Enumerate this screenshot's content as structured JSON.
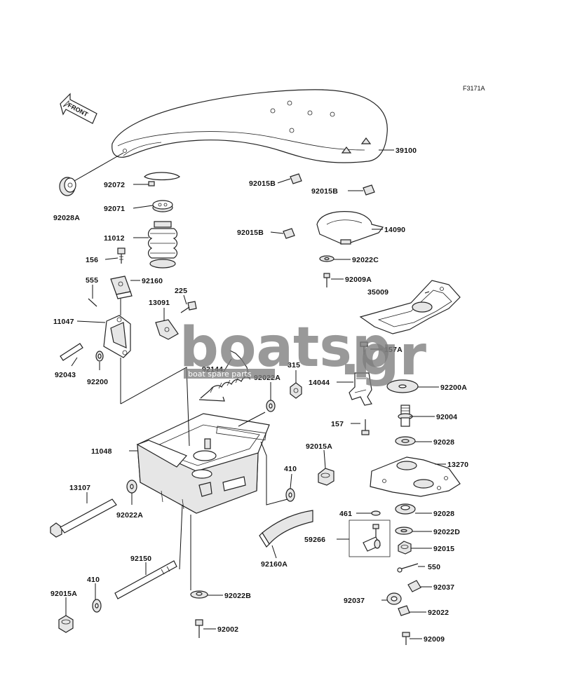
{
  "figure_code": "F3171A",
  "front_arrow_text": "FRONT",
  "watermark": {
    "main": "boatsp",
    "tld": ".gr",
    "tagline": "boat spare parts"
  },
  "labels": {
    "p39100": "39100",
    "p92072": "92072",
    "p92015B_a": "92015B",
    "p92015B_b": "92015B",
    "p92071": "92071",
    "p92028A": "92028A",
    "p11012": "11012",
    "p92015B_c": "92015B",
    "p14090": "14090",
    "p156": "156",
    "p92022C": "92022C",
    "p555": "555",
    "p92160": "92160",
    "p92009A": "92009A",
    "p225": "225",
    "p13091": "13091",
    "p35009": "35009",
    "p11047": "11047",
    "p157A": "157A",
    "p92043": "92043",
    "p92200": "92200",
    "p92144": "92144",
    "p315": "315",
    "p92022A_a": "92022A",
    "p14044": "14044",
    "p92200A": "92200A",
    "p92004": "92004",
    "p157": "157",
    "p92028_a": "92028",
    "p11048": "11048",
    "p92015A_a": "92015A",
    "p410_a": "410",
    "p13270": "13270",
    "p13107": "13107",
    "p92022A_b": "92022A",
    "p461": "461",
    "p92028_b": "92028",
    "p59266": "59266",
    "p92022D": "92022D",
    "p92015": "92015",
    "p92160A": "92160A",
    "p550": "550",
    "p92150": "92150",
    "p410_b": "410",
    "p92037_a": "92037",
    "p92015A_b": "92015A",
    "p92022B": "92022B",
    "p92037_b": "92037",
    "p92022": "92022",
    "p92002": "92002",
    "p92009": "92009"
  }
}
